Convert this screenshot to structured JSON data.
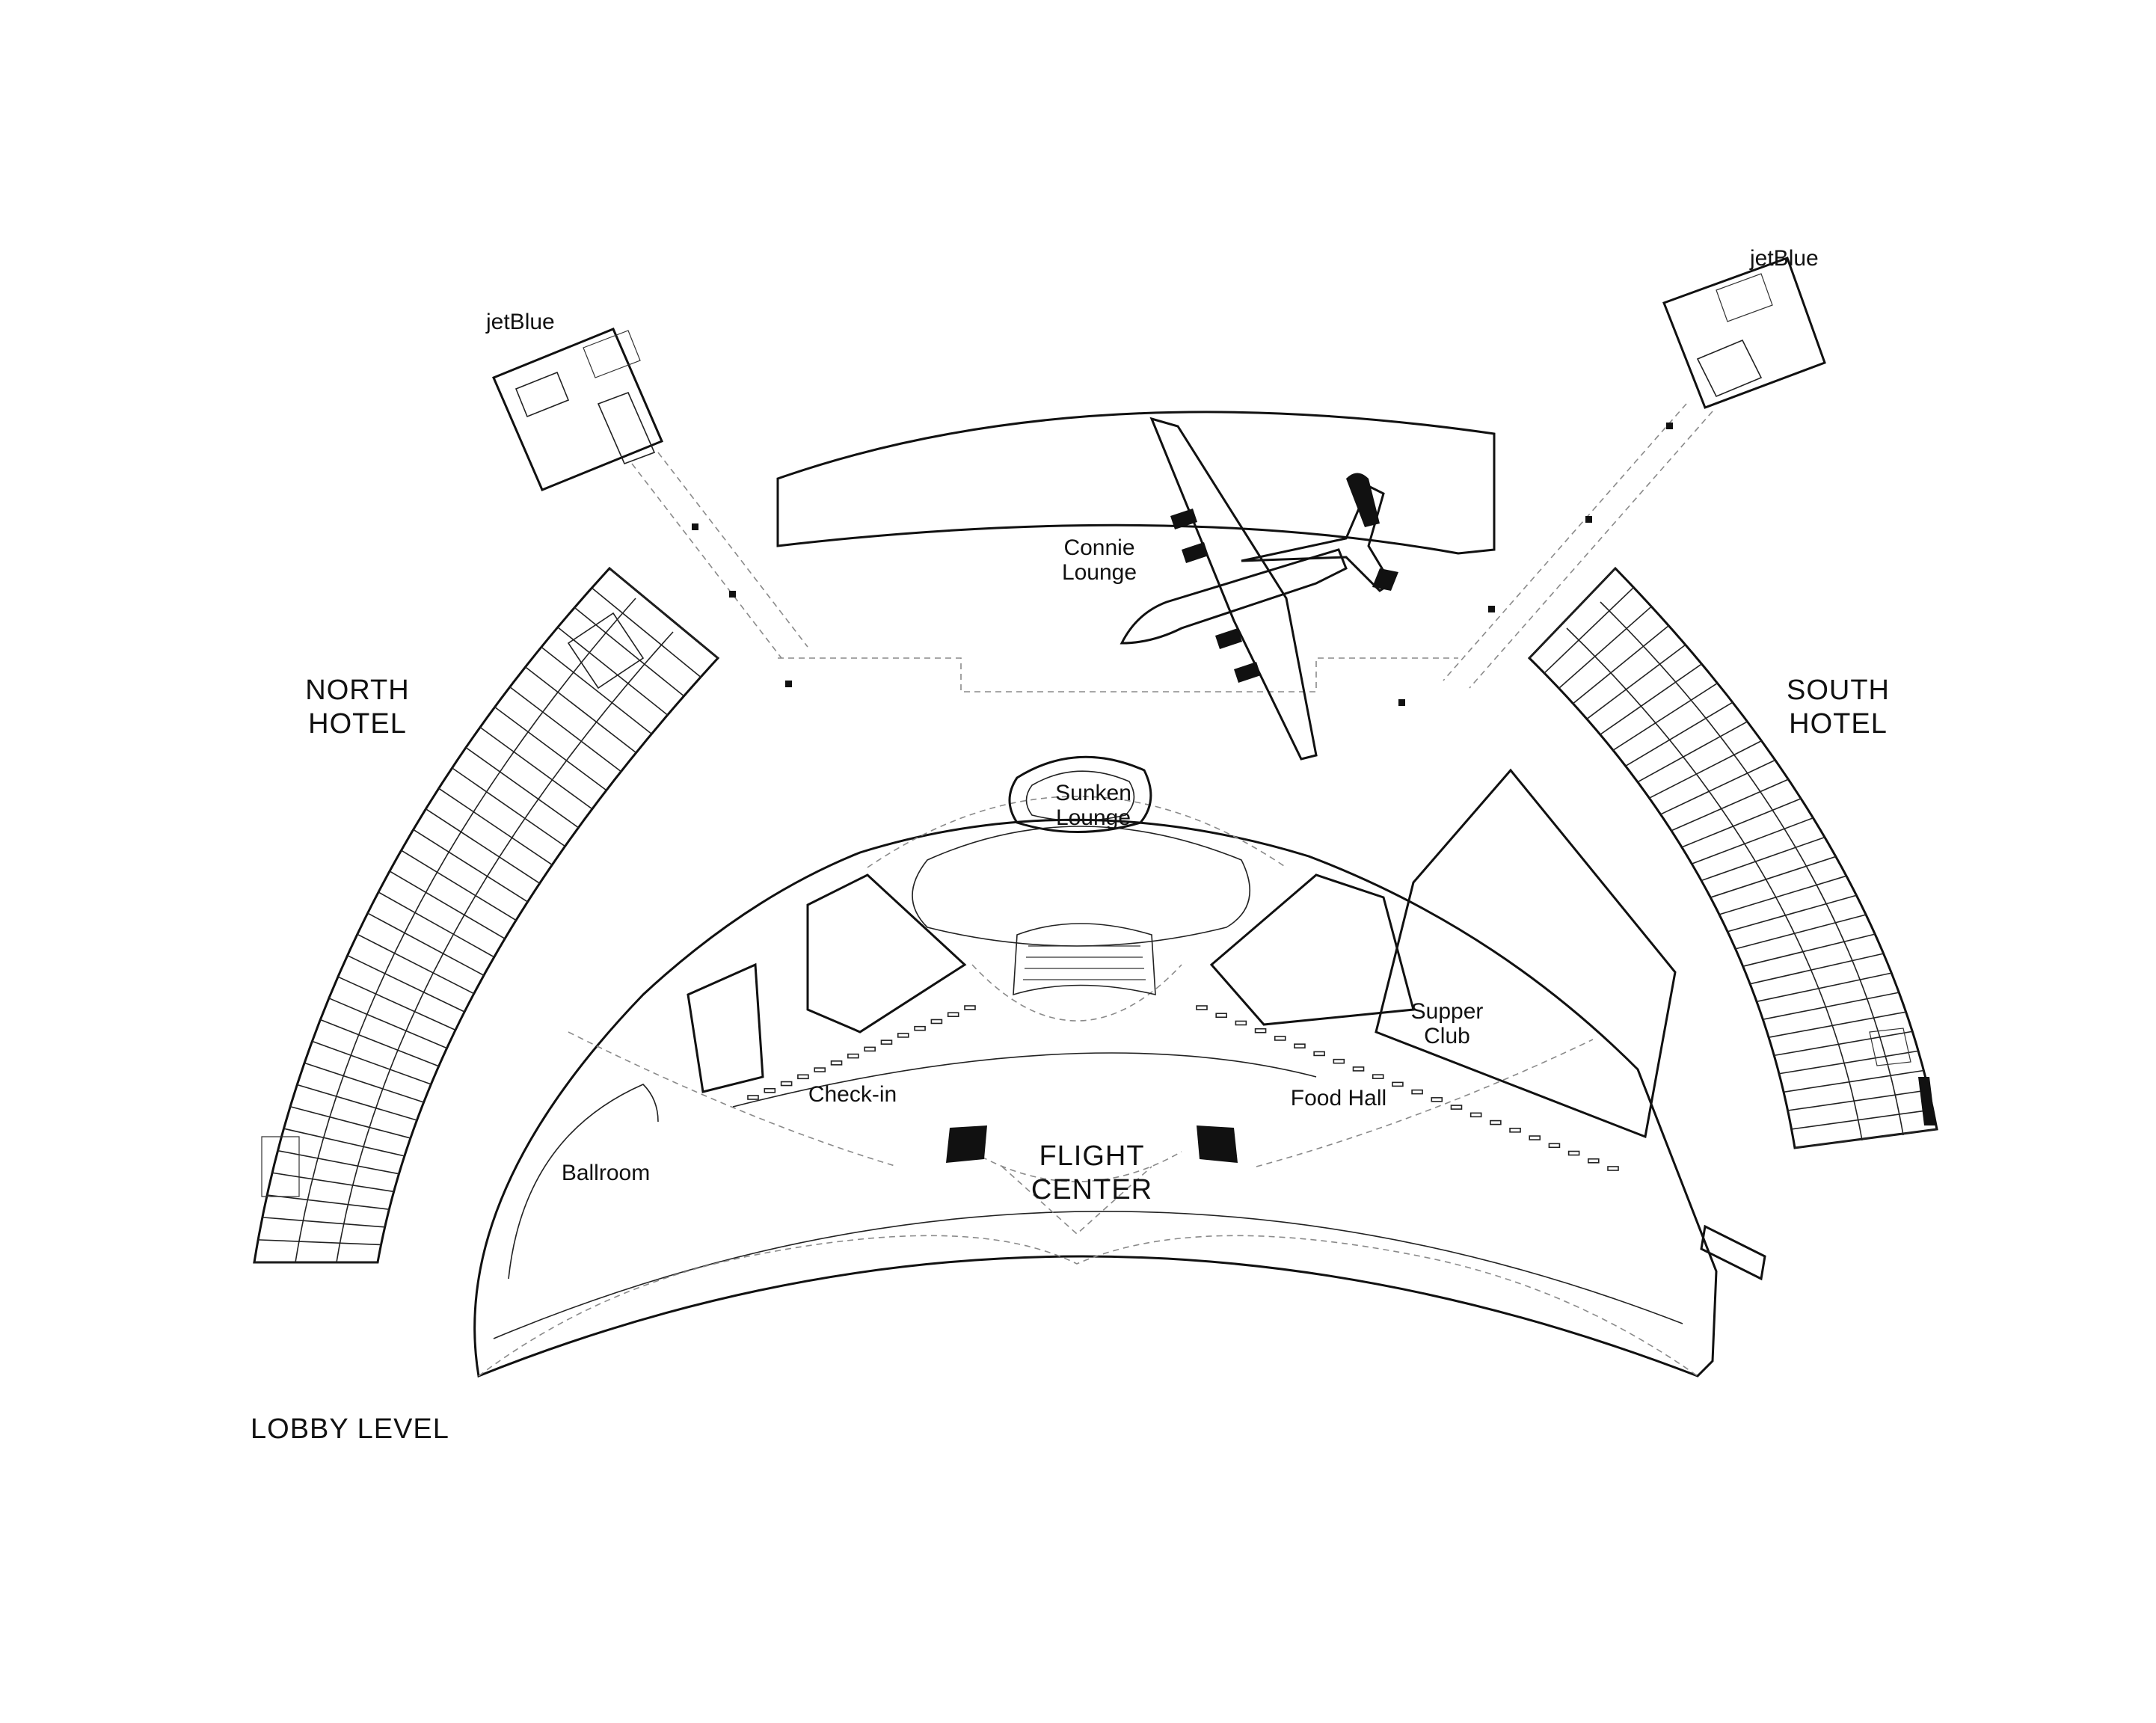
{
  "plan": {
    "level_label": "LOBBY LEVEL",
    "labels": {
      "jetblue_left": "jetBlue",
      "jetblue_right": "jetBlue",
      "north_hotel_l1": "NORTH",
      "north_hotel_l2": "HOTEL",
      "south_hotel_l1": "SOUTH",
      "south_hotel_l2": "HOTEL",
      "connie_l1": "Connie",
      "connie_l2": "Lounge",
      "sunken_l1": "Sunken",
      "sunken_l2": "Lounge",
      "supper_l1": "Supper",
      "supper_l2": "Club",
      "checkin": "Check-in",
      "foodhall": "Food Hall",
      "ballroom": "Ballroom",
      "flight_l1": "FLIGHT",
      "flight_l2": "CENTER"
    }
  }
}
